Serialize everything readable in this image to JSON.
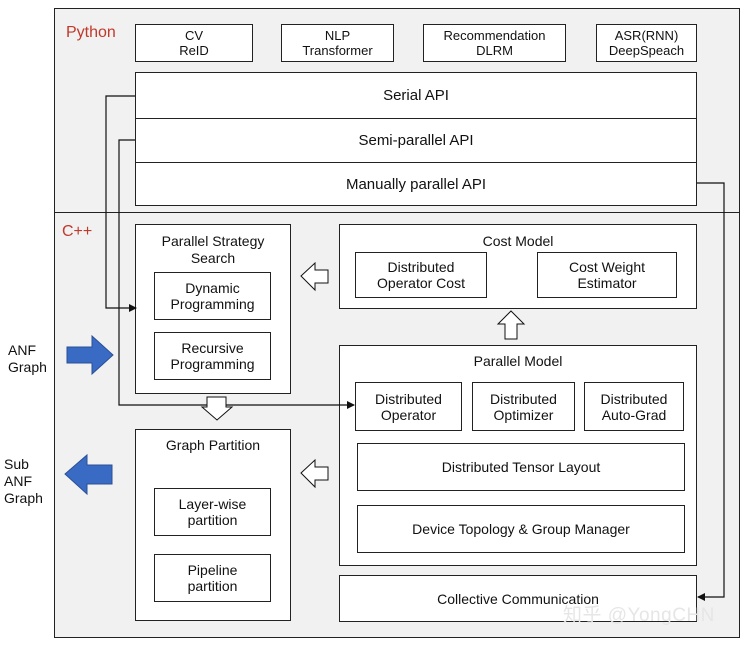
{
  "python": {
    "label": "Python",
    "models": [
      {
        "line1": "CV",
        "line2": "ReID"
      },
      {
        "line1": "NLP",
        "line2": "Transformer"
      },
      {
        "line1": "Recommendation",
        "line2": "DLRM"
      },
      {
        "line1": "ASR(RNN)",
        "line2": "DeepSpeach"
      }
    ],
    "apis": [
      "Serial API",
      "Semi-parallel API",
      "Manually parallel API"
    ]
  },
  "cpp": {
    "label": "C++",
    "strategy_search": {
      "title_line1": "Parallel Strategy",
      "title_line2": "Search",
      "items": [
        {
          "line1": "Dynamic",
          "line2": "Programming"
        },
        {
          "line1": "Recursive",
          "line2": "Programming"
        }
      ]
    },
    "cost_model": {
      "title": "Cost Model",
      "items": [
        {
          "line1": "Distributed",
          "line2": "Operator Cost"
        },
        {
          "line1": "Cost Weight",
          "line2": "Estimator"
        }
      ]
    },
    "parallel_model": {
      "title": "Parallel Model",
      "items": [
        {
          "line1": "Distributed",
          "line2": "Operator"
        },
        {
          "line1": "Distributed",
          "line2": "Optimizer"
        },
        {
          "line1": "Distributed",
          "line2": "Auto-Grad"
        }
      ],
      "tensor_layout": "Distributed Tensor Layout",
      "device_topology": "Device Topology & Group Manager"
    },
    "graph_partition": {
      "title": "Graph Partition",
      "items": [
        {
          "line1": "Layer-wise",
          "line2": "partition"
        },
        {
          "line1": "Pipeline",
          "line2": "partition"
        }
      ]
    },
    "collective": "Collective Communication"
  },
  "input_graph": {
    "line1": "ANF",
    "line2": "Graph"
  },
  "output_graph": {
    "line1": "Sub",
    "line2": "ANF",
    "line3": "Graph"
  },
  "watermark": "知乎 @YongCHN",
  "colors": {
    "python_label": "#c0392b",
    "block_arrow": "#3a6bc4",
    "section_bg": "#f1f1f1"
  }
}
